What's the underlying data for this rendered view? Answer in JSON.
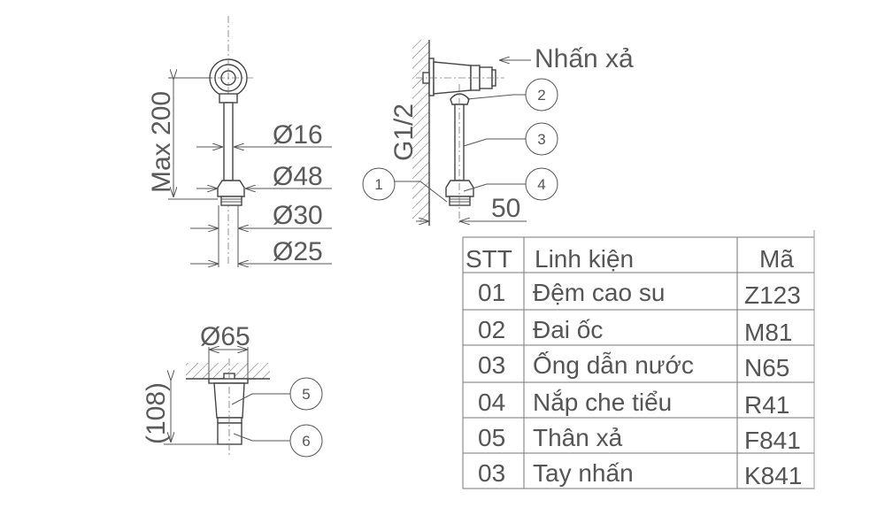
{
  "front_view": {
    "height_dim": "Max 200",
    "dims": [
      "Ø16",
      "Ø48",
      "Ø30",
      "Ø25"
    ]
  },
  "side_view": {
    "thread": "G1/2",
    "offset": "50",
    "press_label": "Nhấn xả",
    "callouts": [
      "1",
      "2",
      "3",
      "4"
    ]
  },
  "bottom_view": {
    "diameter": "Ø65",
    "height": "(108)",
    "callouts": [
      "5",
      "6"
    ]
  },
  "parts_table": {
    "headers": [
      "STT",
      "Linh kiện",
      "Mã"
    ],
    "rows": [
      [
        "01",
        "Đệm cao su",
        "Z123"
      ],
      [
        "02",
        "Đai ốc",
        "M81"
      ],
      [
        "03",
        "Ống dẫn nước",
        "N65"
      ],
      [
        "04",
        "Nắp che tiểu",
        "R41"
      ],
      [
        "05",
        "Thân xả",
        "F841"
      ],
      [
        "03",
        "Tay nhấn",
        "K841"
      ]
    ]
  }
}
